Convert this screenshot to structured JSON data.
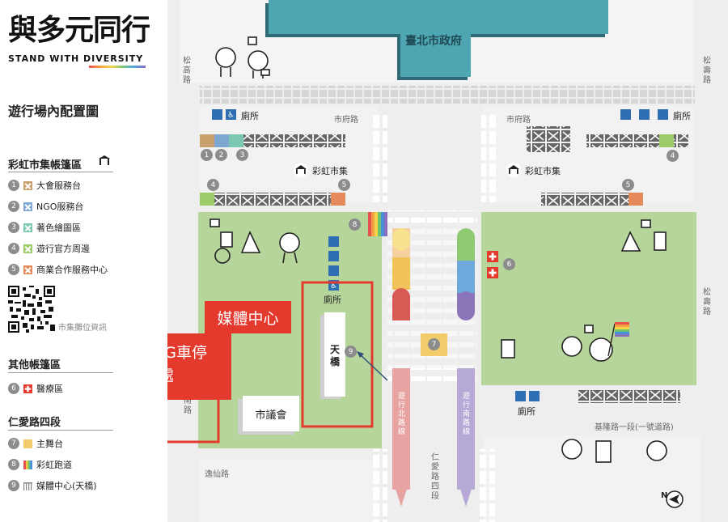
{
  "logo": {
    "title": "與多元同行",
    "subtitle": "STAND WITH DIVERSITY"
  },
  "map_title": "遊行場內配置圖",
  "legend": {
    "market_section": "彩虹市集帳篷區",
    "market_items": [
      {
        "num": "1",
        "label": "大會服務台",
        "color": "#c8a06b"
      },
      {
        "num": "2",
        "label": "NGO服務台",
        "color": "#7da6d0"
      },
      {
        "num": "3",
        "label": "著色繪圖區",
        "color": "#7cc7b2"
      },
      {
        "num": "4",
        "label": "遊行官方周邊",
        "color": "#9ccb6a"
      },
      {
        "num": "5",
        "label": "商業合作服務中心",
        "color": "#e58a5a"
      }
    ],
    "qr_label": "市集攤位資訊",
    "other_section": "其他帳篷區",
    "other_items": [
      {
        "num": "6",
        "label": "醫療區"
      }
    ],
    "road_section": "仁愛路四段",
    "road_items": [
      {
        "num": "7",
        "label": "主舞台"
      },
      {
        "num": "8",
        "label": "彩虹跑道"
      },
      {
        "num": "9",
        "label": "媒體中心(天橋)"
      }
    ]
  },
  "map": {
    "building": "臺北市政府",
    "roads": {
      "songgao": "松高路",
      "shifu_left": "市府路",
      "shifu_right": "市府路",
      "songshou_top": "松壽路",
      "songshou_right": "松壽路",
      "yixian": "逸仙路",
      "keelung": "基隆路一段(一號道路)",
      "renai": "仁愛路四段",
      "west_fragment": "南路"
    },
    "toilet": "廁所",
    "market": "彩虹市集",
    "council": "市議會",
    "bridge": "天橋",
    "north": "N",
    "parade_north": "遊行北路線",
    "parade_south": "遊行南路線",
    "callouts": {
      "media": "媒體中心",
      "sng_line1": "SNG車停",
      "sng_line2": "放處"
    },
    "badges": {
      "b1": "1",
      "b2": "2",
      "b3": "3",
      "b4": "4",
      "b5": "5",
      "b6": "6",
      "b7": "7",
      "b8": "8",
      "b9": "9"
    }
  }
}
